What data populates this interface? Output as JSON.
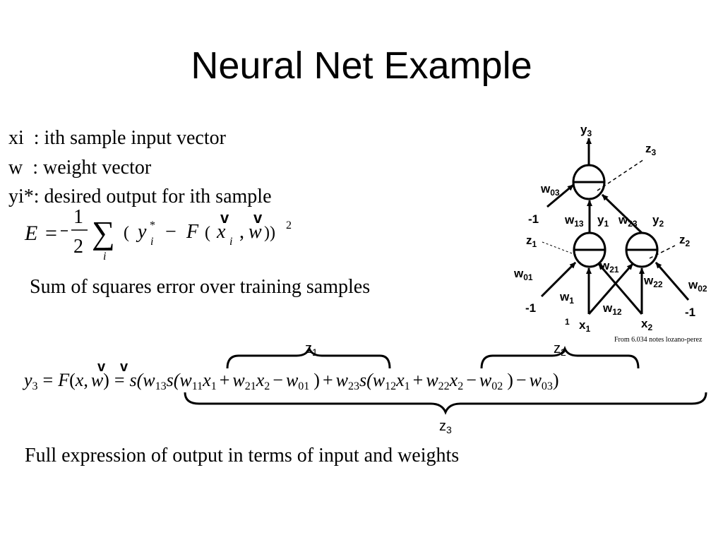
{
  "title": "Neural Net Example",
  "definitions": [
    "xi  : ith sample input vector",
    "w  : weight vector",
    "yi*: desired output for ith sample"
  ],
  "sse_caption": "Sum of squares error over training samples",
  "full_caption": "Full expression of output in terms of input and weights",
  "credit": "From 6.034 notes lozano-perez",
  "error_eq": {
    "E": "E",
    "eq": "=",
    "one": "1",
    "two": "2",
    "sum": "∑",
    "i": "i",
    "open": "(",
    "y": "y",
    "star": "*",
    "minus": "−",
    "F": "F",
    "x": "x",
    "comma": ",",
    "w": "w",
    "close": "))",
    "sq": "2",
    "vec": "v"
  },
  "diagram": {
    "y3": "y",
    "y3_sub": "3",
    "z3": "z",
    "z3_sub": "3",
    "w03": "w",
    "w03_sub": "03",
    "m1_top": "-1",
    "w13": "w",
    "w13_sub": "13",
    "y1": "y",
    "y1_sub": "1",
    "w23": "w",
    "w23_sub": "23",
    "y2": "y",
    "y2_sub": "2",
    "z1": "z",
    "z1_sub": "1",
    "z2": "z",
    "z2_sub": "2",
    "w21": "w",
    "w21_sub": "21",
    "w01": "w",
    "w01_sub": "01",
    "w22": "w",
    "w22_sub": "22",
    "w02": "w",
    "w02_sub": "02",
    "w11": "w",
    "w11_sub": "1",
    "w11_sub2": "1",
    "w12": "w",
    "w12_sub": "12",
    "m1_left": "-1",
    "m1_right": "-1",
    "x1": "x",
    "x1_sub": "1",
    "x2": "x",
    "x2_sub": "2"
  },
  "full_eq": {
    "y3": "y",
    "y3_sub": "3",
    "eq1": "=",
    "F": "F",
    "op1": "(",
    "x": "x",
    "comma": ",",
    "w": "w",
    "cl1": ")",
    "eq2": "=",
    "s1": "s(",
    "w13": "w",
    "w13_sub": "13",
    "s2": "s(",
    "w11": "w",
    "w11_sub": "11",
    "x1a": "x",
    "x1a_sub": "1",
    "plus1": "+",
    "w21": "w",
    "w21_sub": "21",
    "x2a": "x",
    "x2a_sub": "2",
    "minus1": "−",
    "w01": "w",
    "w01_sub": "01",
    "cl2": ")",
    "plus2": "+",
    "w23": "w",
    "w23_sub": "23",
    "s3": "s(",
    "w12": "w",
    "w12_sub": "12",
    "x1b": "x",
    "x1b_sub": "1",
    "plus3": "+",
    "w22": "w",
    "w22_sub": "22",
    "x2b": "x",
    "x2b_sub": "2",
    "minus2": "−",
    "w02": "w",
    "w02_sub": "02",
    "cl3": ")",
    "minus3": "−",
    "w03": "w",
    "w03_sub": "03",
    "cl4": ")",
    "vec": "v",
    "brace_z1": "z",
    "brace_z1_sub": "1",
    "brace_z2": "z",
    "brace_z2_sub": "2",
    "brace_z3": "z",
    "brace_z3_sub": "3"
  }
}
